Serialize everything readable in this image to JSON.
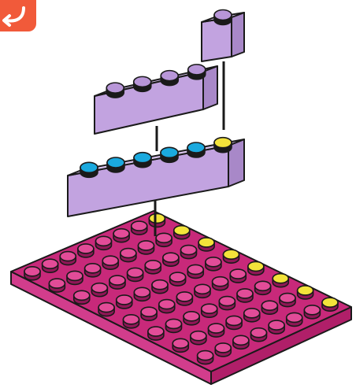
{
  "colors": {
    "baseplate_top": "#c8297a",
    "baseplate_front": "#d23d8c",
    "baseplate_side": "#b01f69",
    "baseplate_stud_top": "#e24c98",
    "baseplate_stud_side": "#8f1656",
    "brick_top": "#d9c4ec",
    "brick_front": "#c2a3e0",
    "brick_side": "#a888c8",
    "brick_stud_top": "#b896d8",
    "highlight_yellow": "#f3e33a",
    "highlight_cyan": "#1aa9de",
    "outline": "#1a1a1a",
    "badge": "#f15a3a",
    "badge_icon": "#ffffff"
  },
  "icons": {
    "corner_badge": "undo-arrow-icon"
  },
  "bricks": [
    {
      "name": "brick-1x1",
      "studs": 1
    },
    {
      "name": "brick-1x4",
      "studs": 4
    },
    {
      "name": "brick-1x6",
      "studs": 6,
      "highlighted_studs": [
        "cyan",
        "cyan",
        "cyan",
        "cyan",
        "cyan",
        "yellow"
      ]
    }
  ],
  "baseplate": {
    "name": "baseplate-8x8",
    "rows": 8,
    "cols": 8,
    "highlighted_back_row": "yellow"
  }
}
